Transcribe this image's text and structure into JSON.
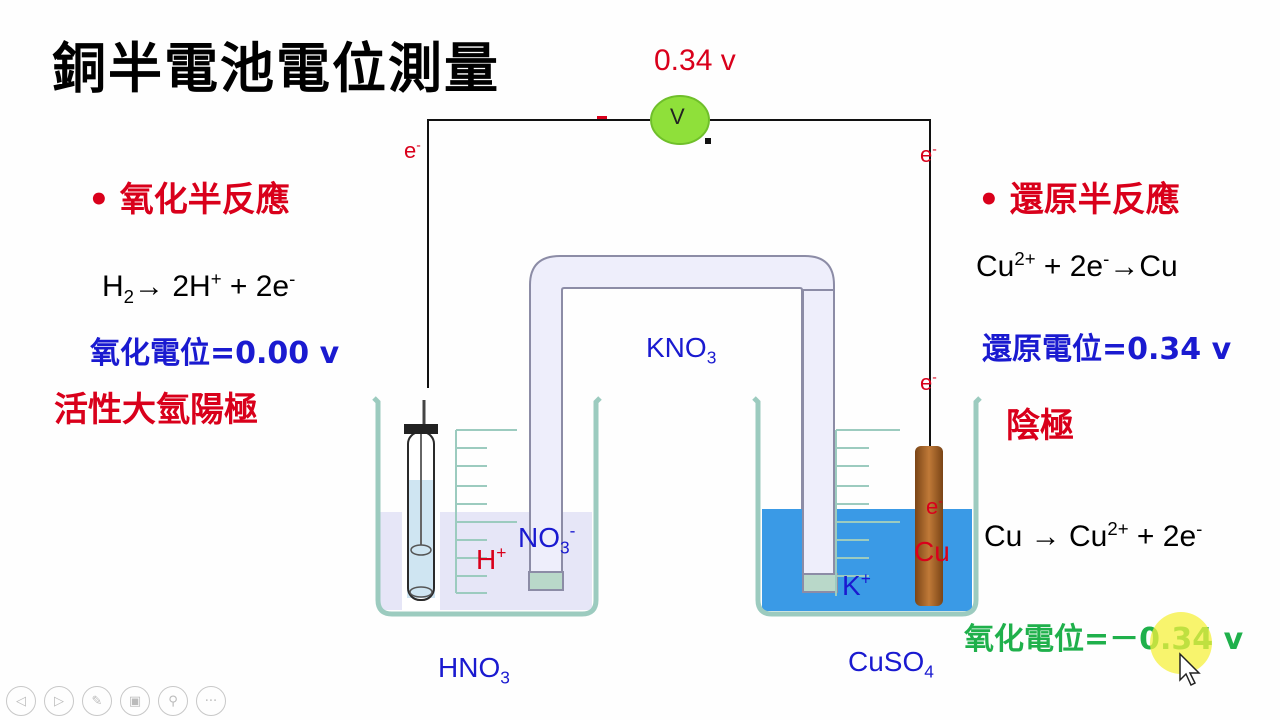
{
  "slide": {
    "title": "銅半電池電位測量",
    "voltmeter": {
      "reading": "0.34 v",
      "symbol": "V"
    },
    "left": {
      "heading_bullet": "•",
      "heading": "氧化半反應",
      "equation": {
        "a": "H",
        "a_sub": "2",
        "arrow": "→ 2H",
        "sup1": "+",
        "rest": " + 2e",
        "sup2": "-"
      },
      "potential": "氧化電位=0.00 v",
      "electrode_label": "活性大氫陽極"
    },
    "right": {
      "heading_bullet": "•",
      "heading": "還原半反應",
      "equation": {
        "a": "Cu",
        "sup1": "2+",
        "mid": " + 2e",
        "sup2": "-",
        "rest": "→Cu"
      },
      "potential": "還原電位=0.34 v",
      "electrode_label": "陰極",
      "reverse_equation": {
        "a": "Cu → Cu",
        "sup1": "2+",
        "rest": " + 2e",
        "sup2": "-"
      },
      "oxidation_potential": "氧化電位=－0.34 v"
    },
    "salt_bridge": {
      "label": "KNO",
      "sub": "3"
    },
    "ions": {
      "h_plus": {
        "base": "H",
        "sup": "+"
      },
      "no3_minus": {
        "base": "NO",
        "sub": "3",
        "sup": "-"
      },
      "k_plus": {
        "base": "K",
        "sup": "+"
      }
    },
    "electron_labels": [
      {
        "base": "e",
        "sup": "-"
      },
      {
        "base": "e",
        "sup": "-"
      },
      {
        "base": "e",
        "sup": "-"
      },
      {
        "base": "e",
        "sup": "-"
      }
    ],
    "cu_electrode_label": "Cu",
    "solutions": {
      "left": {
        "base": "HNO",
        "sub": "3"
      },
      "right": {
        "base": "CuSO",
        "sub": "4"
      }
    },
    "colors": {
      "red": "#d9001b",
      "blue": "#1a1ad0",
      "green": "#1fb04b",
      "voltmeter": "#8fe03a",
      "cuso4_solution": "#3a9ae6",
      "copper": "#a0602a",
      "beaker": "#9ccbbf"
    }
  },
  "player_controls": {
    "buttons": [
      {
        "name": "previous",
        "glyph": "◁"
      },
      {
        "name": "next",
        "glyph": "▷"
      },
      {
        "name": "pen",
        "glyph": "✎"
      },
      {
        "name": "slides",
        "glyph": "▣"
      },
      {
        "name": "zoom",
        "glyph": "⚲"
      },
      {
        "name": "more",
        "glyph": "···"
      }
    ]
  }
}
